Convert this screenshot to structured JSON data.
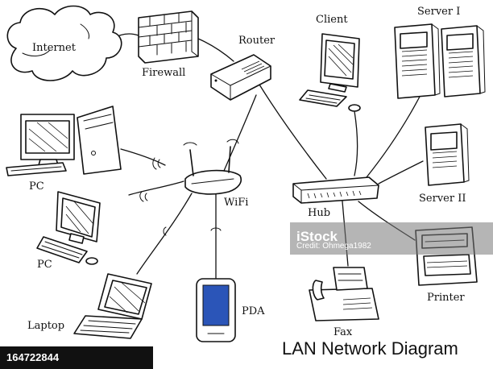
{
  "labels": {
    "internet": "Internet",
    "firewall": "Firewall",
    "router": "Router",
    "client": "Client",
    "server1": "Server I",
    "server2": "Server II",
    "pc_top": "PC",
    "pc_mid": "PC",
    "wifi": "WiFi",
    "hub": "Hub",
    "laptop": "Laptop",
    "pda": "PDA",
    "fax": "Fax",
    "printer": "Printer"
  },
  "watermark": {
    "brand": "iStock",
    "credit": "Credit: Ohmega1982"
  },
  "stock_id": "164722844",
  "caption": "LAN Network Diagram"
}
